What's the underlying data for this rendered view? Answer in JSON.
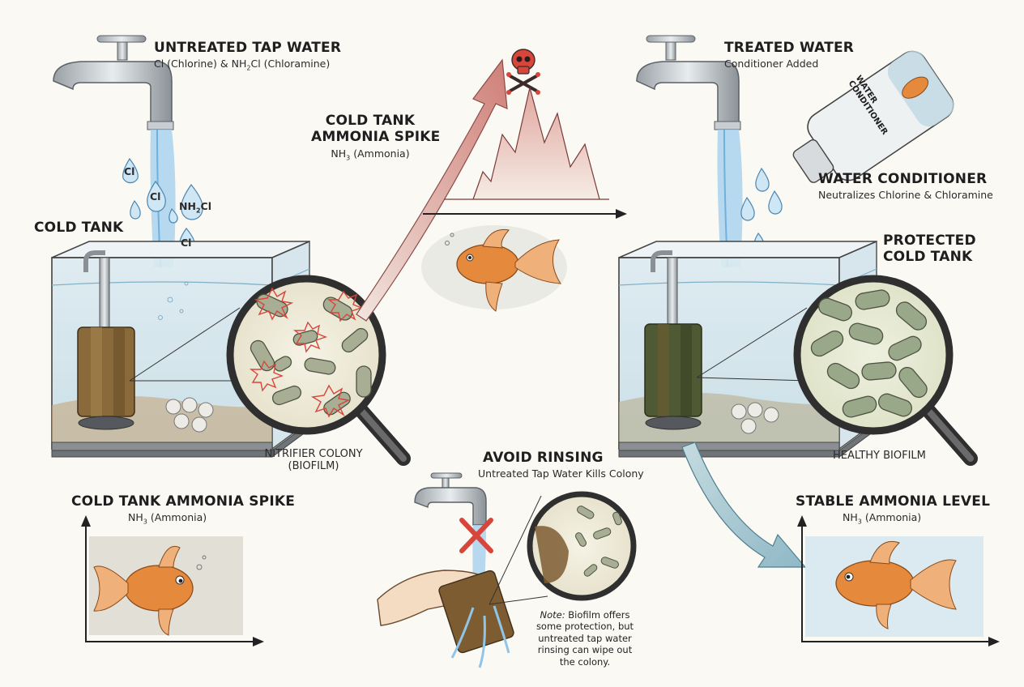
{
  "labels": {
    "untreated_title": "UNTREATED TAP WATER",
    "untreated_sub_cl": "Cl (Chlorine) & NH",
    "untreated_sub_2": "2",
    "untreated_sub_cl2": "Cl (Chloramine)",
    "cold_tank": "COLD TANK",
    "drop_cl": "Cl",
    "drop_nh2cl_a": "NH",
    "drop_nh2cl_sub": "2",
    "drop_nh2cl_b": "Cl",
    "spike_title_1": "COLD TANK",
    "spike_title_2": "AMMONIA SPIKE",
    "spike_sub_a": "NH",
    "spike_sub_sub": "3",
    "spike_sub_b": " (Ammonia)",
    "nitrifier_1": "NITRIFIER COLONY",
    "nitrifier_2": "(BIOFILM)",
    "bottom_spike_title": "COLD TANK AMMONIA SPIKE",
    "bottom_spike_sub_a": "NH",
    "bottom_spike_sub_sub": "3",
    "bottom_spike_sub_b": " (Ammonia)",
    "avoid_title": "AVOID RINSING",
    "avoid_sub": "Untreated Tap Water Kills Colony",
    "note_label": "Note:",
    "note_text": " Biofilm offers some protection, but untreated tap water rinsing can wipe out the colony.",
    "treated_title": "TREATED WATER",
    "treated_sub": "Conditioner Added",
    "bottle_text_1": "WATER",
    "bottle_text_2": "CONDITIONER",
    "conditioner_title": "WATER CONDITIONER",
    "conditioner_sub": "Neutralizes Chlorine & Chloramine",
    "protected_1": "PROTECTED",
    "protected_2": "COLD TANK",
    "healthy": "HEALTHY BIOFILM",
    "stable_title": "STABLE AMMONIA LEVEL",
    "stable_sub_a": "NH",
    "stable_sub_sub": "3",
    "stable_sub_b": " (Ammonia)"
  },
  "icons": {
    "danger": "skull-crossbones-icon",
    "forbidden": "red-x-icon"
  },
  "colors": {
    "water": "#8fc6e8",
    "danger_red": "#d8453a",
    "arrow_red": "#d98b86",
    "arrow_blue": "#9cc3cf",
    "bacteria": "#9aa88a",
    "goldfish": "#e58a3c",
    "sponge_brown": "#8a6a3a"
  }
}
